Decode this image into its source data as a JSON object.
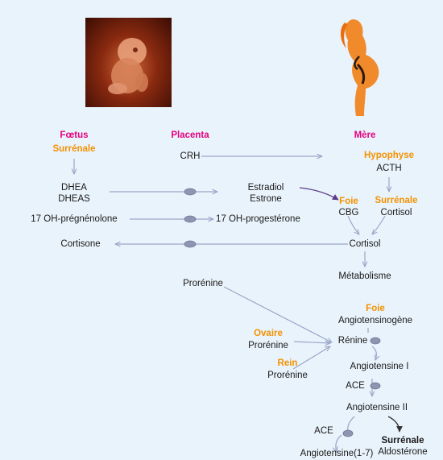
{
  "columns": {
    "foetus": "Fœtus",
    "surrenale_foetus": "Surrénale",
    "placenta": "Placenta",
    "mere": "Mère"
  },
  "nodes": {
    "dhea": "DHEA",
    "dheas": "DHEAS",
    "oh_pregnenolone": "17 OH-prégnénolone",
    "cortisone": "Cortisone",
    "crh": "CRH",
    "estradiol": "Estradiol",
    "estrone": "Estrone",
    "oh_progesterone": "17 OH-progestérone",
    "hypophyse": "Hypophyse",
    "acth": "ACTH",
    "foie_1": "Foie",
    "cbg": "CBG",
    "surrenale_mere": "Surrénale",
    "cortisol_1": "Cortisol",
    "cortisol_2": "Cortisol",
    "metabolisme": "Métabolisme",
    "prorenine_1": "Prorénine",
    "foie_2": "Foie",
    "angiotensinogene": "Angiotensinogène",
    "ovaire": "Ovaire",
    "prorenine_2": "Prorénine",
    "renine": "Rénine",
    "rein": "Rein",
    "prorenine_3": "Prorénine",
    "angiotensine_1": "Angiotensine I",
    "ace_1": "ACE",
    "angiotensine_2": "Angiotensine II",
    "ace_2": "ACE",
    "surrenale_3": "Surrénale",
    "aldosterone": "Aldostérone",
    "angiotensine_1_7": "Angiotensine(1-7)"
  },
  "colors": {
    "background": "#e9f3fb",
    "magenta": "#e6007e",
    "orange": "#f39200",
    "arrow": "#9aa6c8",
    "purple_arrow": "#5b3c88",
    "enzyme": "#8c96b0"
  },
  "images": {
    "fetus": "fetus-photo",
    "mother": "pregnant-woman-silhouette"
  }
}
